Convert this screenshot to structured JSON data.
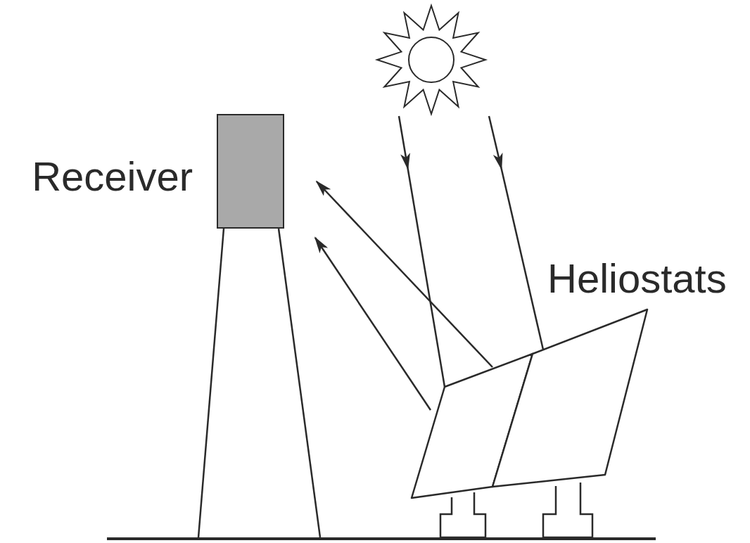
{
  "diagram": {
    "nodes": [
      {
        "text": [
          "Receiver"
        ]
      },
      {
        "text": [
          "Heliostats"
        ]
      }
    ],
    "edges": [
      {
        "from": 1,
        "to": 0,
        "arrow": "to"
      },
      {
        "from": 1,
        "to": 0,
        "arrow": "to"
      }
    ]
  }
}
